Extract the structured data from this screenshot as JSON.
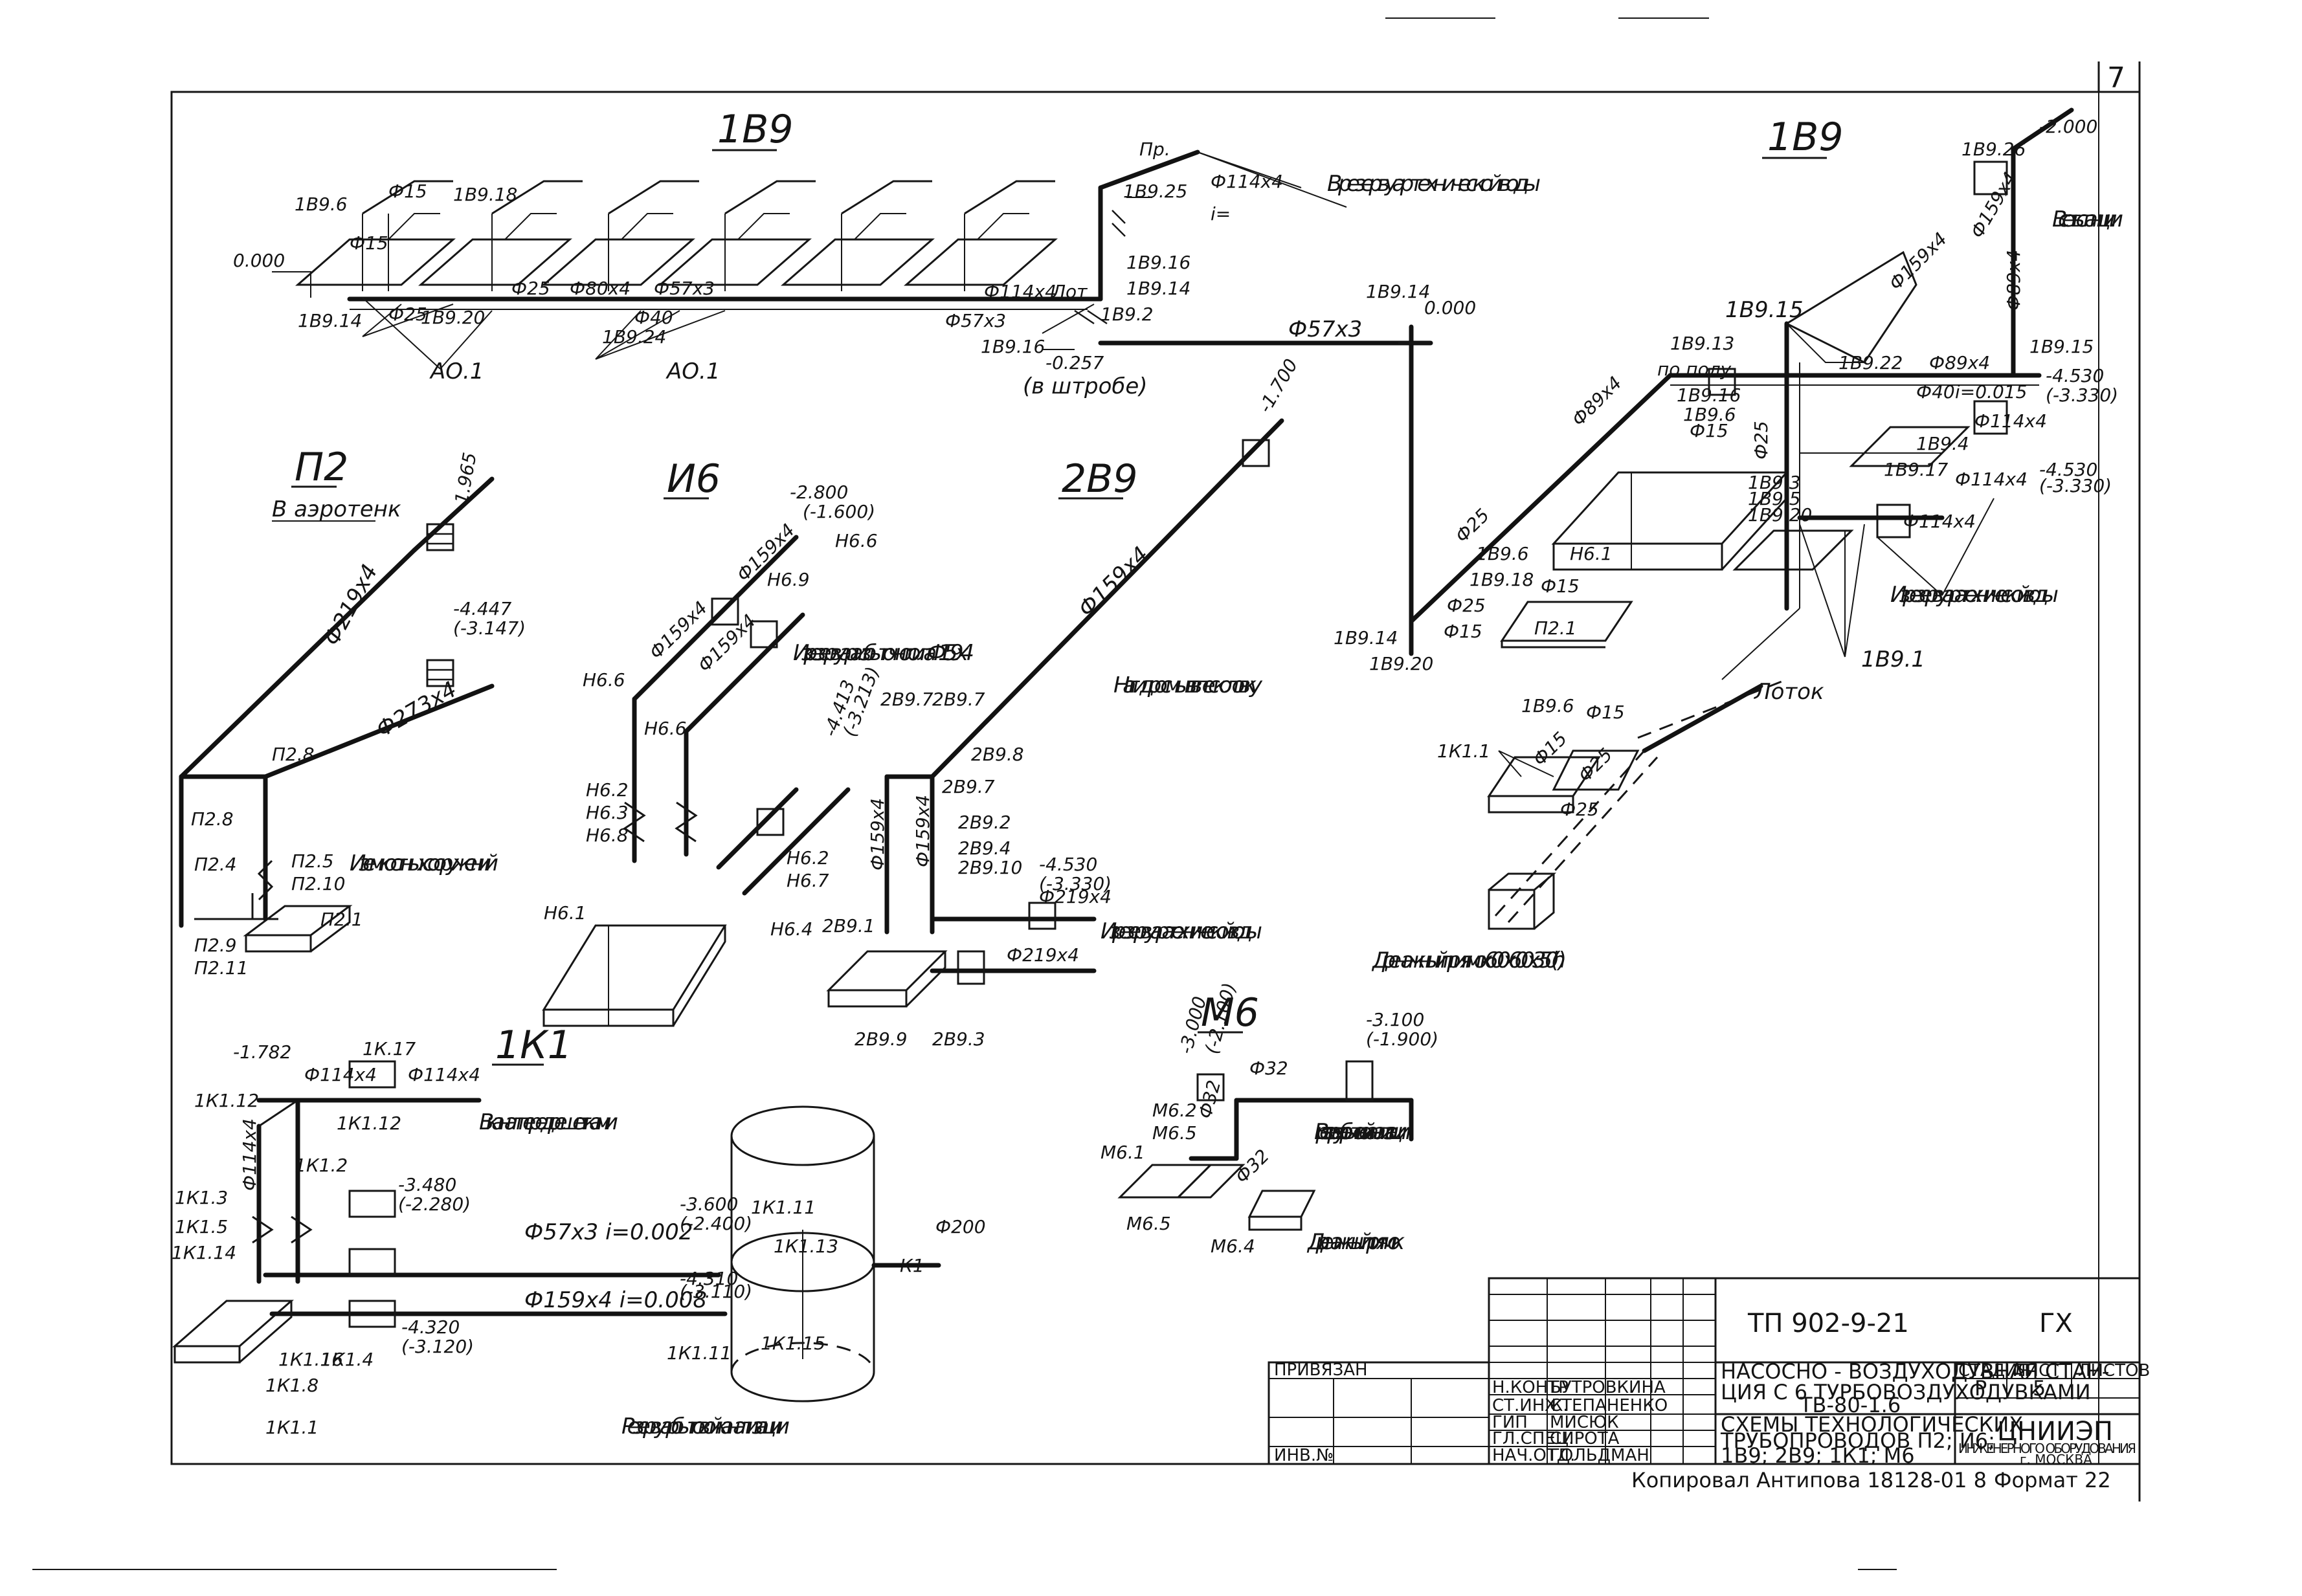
{
  "page": {
    "sheet_corner": "7",
    "format_note": "Формат 22",
    "copied_by": "Копировал   Антипова   18128-01 8"
  },
  "titles": {
    "top_left": "1В9",
    "top_right": "1В9",
    "p2": "П2",
    "i6": "И6",
    "v9": "2В9",
    "k1": "1К1",
    "m6": "М6"
  },
  "notes": {
    "to_tech_water": "В резервуар технической воды",
    "to_city_net": "В сеть станции",
    "from_tech_water_right": "Из резервуара технической воды",
    "in_groove": "(в штробе)",
    "to_aerotank": "В аэротенк",
    "from_capacity": "Из емкостных сооружений",
    "from_excess_tank": "Из резервуара избыточного ила Ф159х4",
    "to_washing": "На гидросмыв в песколовку",
    "from_tech_water_mid": "Из резервуара технической воды",
    "tray": "Лоток",
    "drain_pit": "Дренажный приямок 600х600х350(h)",
    "to_channel": "В канал перед решетками",
    "to_domestic_sewer": "В резервуар бытовой канализации",
    "drain_pit_m6": "Дренажный приямок",
    "domestic_tank": "Резервуар бытовой канализации",
    "by_floor": "по полу"
  },
  "labels": {
    "p1_l1": "1В9.6",
    "p1_l2": "Ф15",
    "p1_l3": "1В9.18",
    "p1_l4": "0.000",
    "p1_l5": "1В9.14",
    "p1_l6": "Ф25",
    "p1_l7": "1В9.20",
    "p1_l8": "Ф25",
    "p1_l9": "Ф80х4",
    "p1_l10": "Ф40",
    "p1_l11": "1В9.24",
    "p1_l12": "Ф57х3",
    "p1_l13": "Ф114х4",
    "p1_l14": "АО.1",
    "p1_l15": "АО.1",
    "p1_l16": "Пр.",
    "p1_l17": "1В9.25",
    "p1_l18": "1В9.16",
    "p1_l19": "1В9.14",
    "p1_l20": "1В9.2",
    "p1_l21": "1В9.16",
    "p1_l22": "-0.257",
    "p1_l23": "Лот",
    "p1_l24": "Ф114х4",
    "p1_l25": "Ф57х3",
    "p1_l26": "1В9.14",
    "p1_l27": "0.000",
    "p1_l28": "i=",
    "p1_l29": "Ф57х3",
    "p1_l30": "Ф15",
    "p2_l1": "-1.965",
    "p2_l2": "Ф219х4",
    "p2_l3": "-4.447",
    "p2_l4": "(-3.147)",
    "p2_l5": "Ф273х4",
    "p2_l6": "П2.8",
    "p2_l7": "П2.8",
    "p2_l8": "П2.4",
    "p2_l9": "П2.5",
    "p2_l10": "П2.10",
    "p2_l11": "П2.9",
    "p2_l12": "П2.11",
    "p2_l13": "П2.1",
    "i6_l1": "-2.800",
    "i6_l2": "(-1.600)",
    "i6_l3": "Ф159х4",
    "i6_l4": "Н6.6",
    "i6_l5": "Н6.9",
    "i6_l6": "Ф159х4",
    "i6_l7": "Ф159х4",
    "i6_l8": "Н6.6",
    "i6_l9": "Н6.6",
    "i6_l10": "-4.413",
    "i6_l11": "(-3.213)",
    "i6_l12": "Н6.2",
    "i6_l13": "Н6.3",
    "i6_l14": "Н6.8",
    "i6_l15": "Н6.2",
    "i6_l16": "Н6.7",
    "i6_l17": "Н6.4",
    "i6_l18": "Н6.1",
    "v9_l1": "-1.700",
    "v9_l2": "Ф159х4",
    "v9_l3": "2В9.7",
    "v9_l4": "2В9.7",
    "v9_l5": "2В9.8",
    "v9_l6": "2В9.7",
    "v9_l7": "Ф159х4",
    "v9_l8": "Ф159х4",
    "v9_l9": "2В9.2",
    "v9_l10": "2В9.4",
    "v9_l11": "2В9.10",
    "v9_l12": "-4.530",
    "v9_l13": "(-3.330)",
    "v9_l14": "Ф219х4",
    "v9_l15": "Ф219х4",
    "v9_l16": "2В9.1",
    "v9_l17": "2В9.9",
    "v9_l18": "2В9.3",
    "p3_l1": "1В9.26",
    "p3_l2": "-2.000",
    "p3_l3": "Ф159х4",
    "p3_l4": "Ф159х4",
    "p3_l5": "Ф89х4",
    "p3_l6": "1В9.15",
    "p3_l7": "1В9.13",
    "p3_l8": "Ф89х4",
    "p3_l9": "1В9.22",
    "p3_l10": "Ф89х4",
    "p3_l11": "1В9.15",
    "p3_l12": "-4.530",
    "p3_l13": "(-3.330)",
    "p3_l14": "Ф40",
    "p3_l15": "i=0.015",
    "p3_l16": "1В9.16",
    "p3_l17": "1В9.6",
    "p3_l18": "Ф15",
    "p3_l19": "Ф25",
    "p3_l20": "Ф114х4",
    "p3_l21": "1В9.4",
    "p3_l22": "1В9.17",
    "p3_l23": "Ф114х4",
    "p3_l24": "-4.530",
    "p3_l25": "(-3.330)",
    "p3_l26": "1В9.3",
    "p3_l27": "1В9.5",
    "p3_l28": "1В9.20",
    "p3_l29": "Ф114х4",
    "p3_l30": "Н6.1",
    "p3_l31": "Ф25",
    "p3_l32": "1В9.6",
    "p3_l33": "Ф15",
    "p3_l34": "1В9.18",
    "p3_l35": "Ф25",
    "p3_l36": "Ф15",
    "p3_l37": "1В9.14",
    "p3_l38": "1В9.20",
    "p3_l39": "П2.1",
    "p3_l40": "1В9.1",
    "p3_l41": "1В9.6",
    "p3_l42": "Ф15",
    "p3_l43": "1К1.1",
    "p3_l44": "Ф25",
    "p3_l45": "Ф25",
    "p3_l46": "Ф15",
    "k1_l1": "-1.782",
    "k1_l2": "Ф114х4",
    "k1_l3": "1К.17",
    "k1_l4": "Ф114х4",
    "k1_l5": "1К1.12",
    "k1_l6": "1К1.12",
    "k1_l7": "Ф114х4",
    "k1_l8": "1К1.2",
    "k1_l9": "1К1.3",
    "k1_l10": "1К1.5",
    "k1_l11": "1К1.14",
    "k1_l12": "-3.480",
    "k1_l13": "(-2.280)",
    "k1_l14": "Ф57х3  i=0.002",
    "k1_l15": "-3.600",
    "k1_l16": "(-2.400)",
    "k1_l17": "1К1.11",
    "k1_l18": "1К1.13",
    "k1_l19": "Ф200",
    "k1_l20": "К1",
    "k1_l21": "-4.310",
    "k1_l22": "(-3.110)",
    "k1_l23": "Ф159х4  i=0.008",
    "k1_l24": "-4.320",
    "k1_l25": "(-3.120)",
    "k1_l26": "1К1.16",
    "k1_l27": "1К1.4",
    "k1_l28": "1К1.8",
    "k1_l29": "1К1.1",
    "k1_l30": "1К1.11",
    "k1_l31": "1К1.15",
    "m6_l1": "-3.100",
    "m6_l2": "(-1.900)",
    "m6_l3": "-3.000",
    "m6_l4": "(-2.100)",
    "m6_l5": "Ф32",
    "m6_l6": "М6.2",
    "m6_l7": "М6.5",
    "m6_l8": "Ф32",
    "m6_l9": "М6.1",
    "m6_l10": "Ф32",
    "m6_l11": "М6.5",
    "m6_l12": "М6.4"
  },
  "title_block": {
    "doc_code": "ТП  902-9-21",
    "mark": "ГХ",
    "bound": "ПРИВЯЗАН",
    "inv_no": "ИНВ.№",
    "roles": [
      "Н.КОНТР",
      "СТ.ИНЖ.",
      "ГИП",
      "ГЛ.СПЕЦ.",
      "НАЧ.ОТД."
    ],
    "names": [
      "БУТРОВКИНА",
      "СТЕПАНЕНКО",
      "МИСЮК",
      "СИРОТА",
      "ГОЛЬДМАН"
    ],
    "project_title": "НАСОСНО-ВОЗДУХОДУВНАЯ СТАНЦИЯ С 6 ТУРБОВОЗДУХОДУВКАМИ ТВ-80-1.6",
    "project_title_l1": "НАСОСНО - ВОЗДУХОДУВНАЯ СТАН-",
    "project_title_l2": "ЦИЯ С 6 ТУРБОВОЗДУХОДУВКАМИ",
    "project_title_l3": "ТВ-80-1.6",
    "sheet_title_l1": "СХЕМЫ ТЕХНОЛОГИЧЕСКИХ",
    "sheet_title_l2": "ТРУБОПРОВОДОВ П2; И6;",
    "sheet_title_l3": "1В9; 2В9; 1К1; М6",
    "stage_header": "СТАДИЯ",
    "sheet_header": "ЛИСТ",
    "sheets_header": "ЛИСТОВ",
    "stage": "Р",
    "sheet": "5",
    "org": "ЦНИИЭП",
    "org_sub1": "ИНЖЕНЕРНОГО ОБОРУДОВАНИЯ",
    "org_sub2": "г. МОСКВА"
  }
}
